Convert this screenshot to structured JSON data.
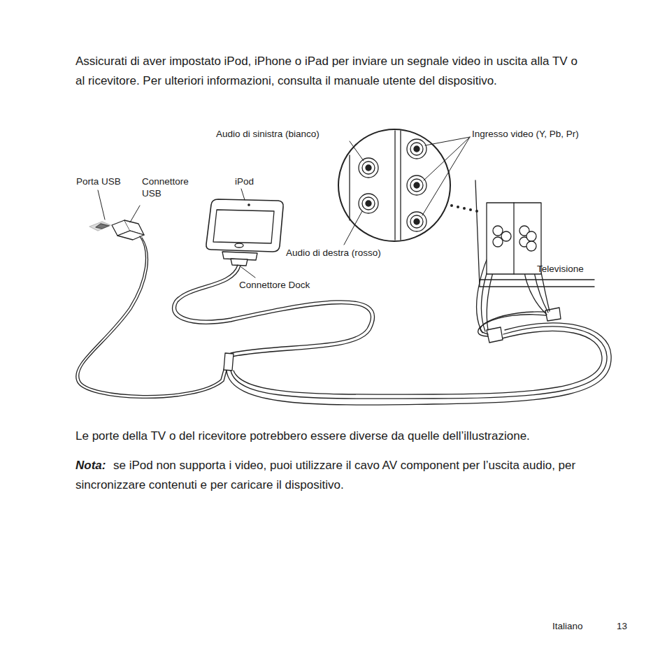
{
  "diagram": {
    "labels": [
      "Assicurati di aver impostato iPod, iPhone o iPad per inviare un segnale video in uscita alla TV o al ricevitore. Per ulteriori informazioni, consulta il manuale utente del dispositivo.",
      "Audio di sinistra (bianco)",
      "Ingresso video (Y, Pb, Pr)",
      "Porta USB",
      "Connettore USB",
      "iPod",
      "Audio di destra (rosso)",
      "Televisione",
      "Connettore Dock",
      "Le porte della TV o del ricevitore potrebbero essere diverse da quelle dell’illustrazione.",
      "Nota:",
      "se iPod non supporta i video, puoi utilizzare il cavo AV component per l’uscita audio, per sincronizzare contenuti e per caricare il dispositivo.",
      "Italiano",
      "13"
    ]
  }
}
